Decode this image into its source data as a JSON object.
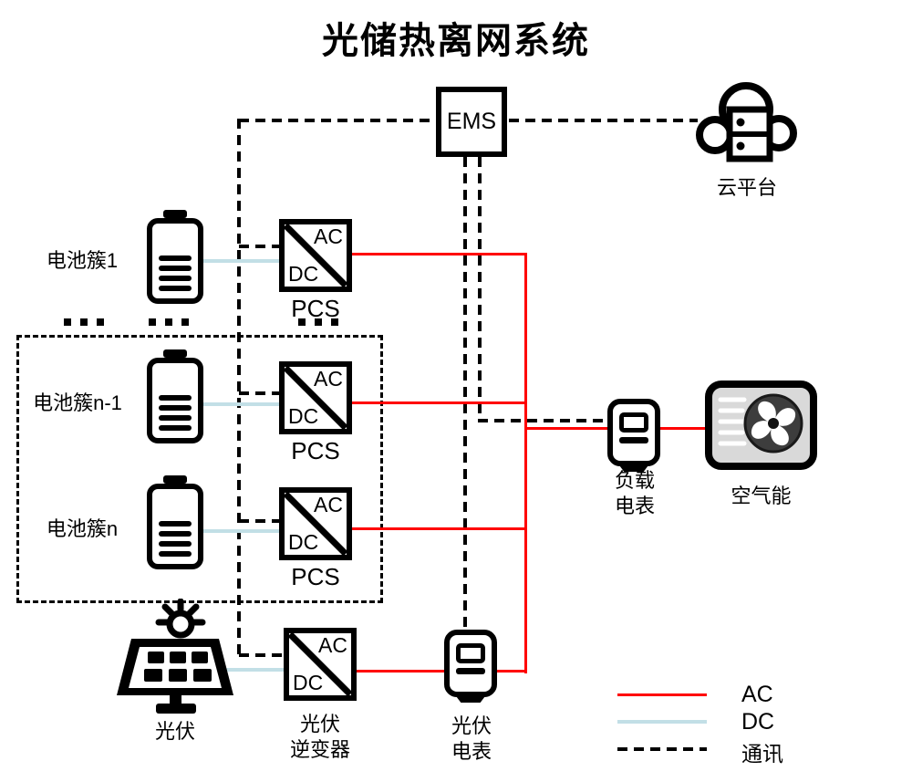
{
  "title": "光储热离网系统",
  "colors": {
    "ac_line": "#FF0000",
    "dc_line": "#C2DFE6",
    "comm_line": "#000000"
  },
  "nodes": {
    "ems": {
      "label": "EMS"
    },
    "cloud": {
      "label": "云平台"
    },
    "battery_clusters": [
      {
        "label": "电池簇1"
      },
      {
        "label": "电池簇n-1"
      },
      {
        "label": "电池簇n"
      }
    ],
    "converter": {
      "ac": "AC",
      "dc": "DC"
    },
    "pcs_label": "PCS",
    "pv": {
      "label": "光伏"
    },
    "pv_inverter": {
      "line1": "光伏",
      "line2": "逆变器"
    },
    "pv_meter": {
      "line1": "光伏",
      "line2": "电表"
    },
    "load_meter": {
      "line1": "负载",
      "line2": "电表"
    },
    "air_energy": {
      "label": "空气能"
    }
  },
  "legend": {
    "items": [
      {
        "type": "ac",
        "label": "AC"
      },
      {
        "type": "dc",
        "label": "DC"
      },
      {
        "type": "comm",
        "label": "通讯"
      }
    ]
  }
}
